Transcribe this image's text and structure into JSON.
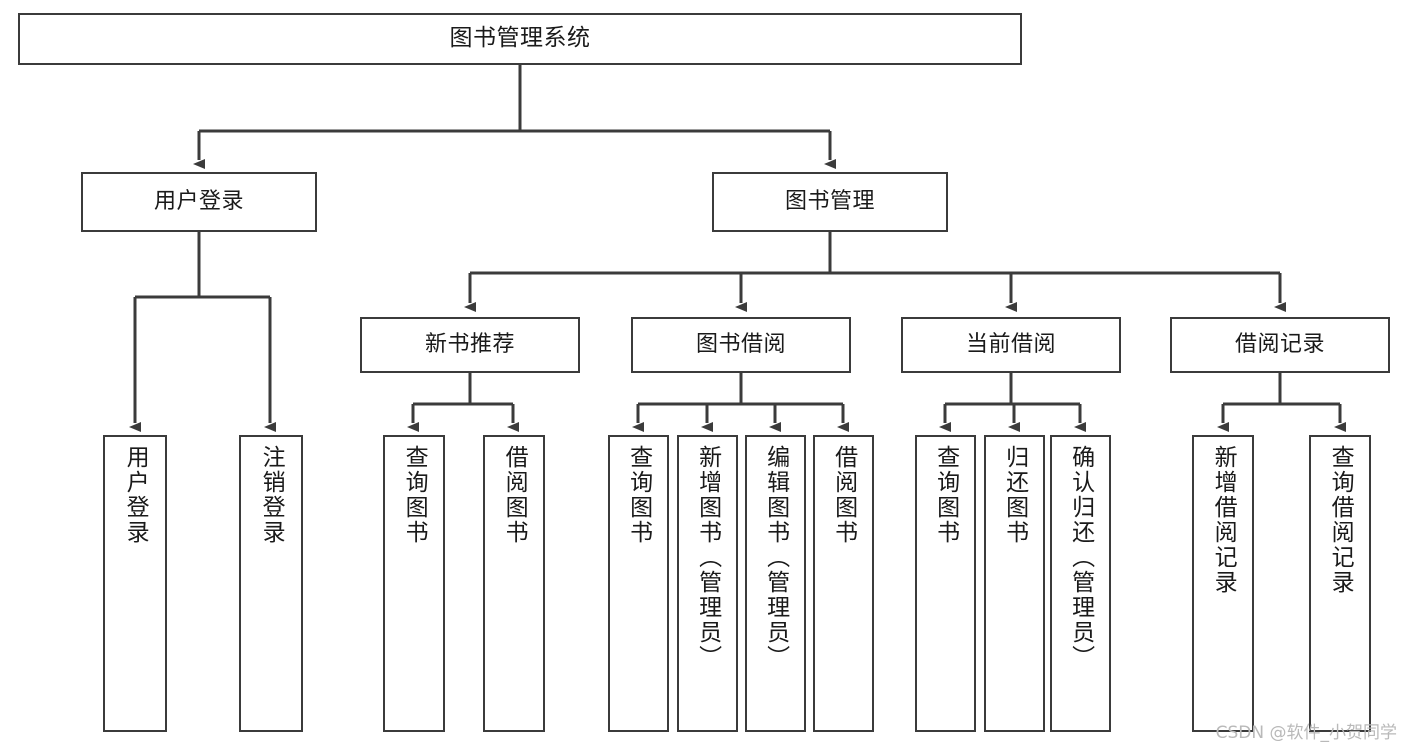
{
  "diagram": {
    "title": "图书管理系统",
    "type": "tree-hierarchy-chart",
    "watermark": "CSDN @软件_小贺同学",
    "colors": {
      "background": "#ffffff",
      "node_border": "#3b3b3b",
      "node_fill": "#ffffff",
      "edge": "#3b3b3b",
      "text": "#1a1a1a",
      "watermark": "#b9b9b9"
    },
    "levels": [
      {
        "level": 1,
        "nodes": [
          {
            "id": "root",
            "label": "图书管理系统",
            "orientation": "horizontal"
          }
        ]
      },
      {
        "level": 2,
        "nodes": [
          {
            "id": "user-login",
            "label": "用户登录",
            "orientation": "horizontal",
            "parent": "root"
          },
          {
            "id": "book-manage",
            "label": "图书管理",
            "orientation": "horizontal",
            "parent": "root"
          }
        ]
      },
      {
        "level": 3,
        "nodes": [
          {
            "id": "new-book-rec",
            "label": "新书推荐",
            "orientation": "horizontal",
            "parent": "book-manage"
          },
          {
            "id": "book-borrow",
            "label": "图书借阅",
            "orientation": "horizontal",
            "parent": "book-manage"
          },
          {
            "id": "current-borrow",
            "label": "当前借阅",
            "orientation": "horizontal",
            "parent": "book-manage"
          },
          {
            "id": "borrow-record",
            "label": "借阅记录",
            "orientation": "horizontal",
            "parent": "book-manage"
          }
        ]
      },
      {
        "level": 4,
        "nodes": [
          {
            "id": "leaf-user-login",
            "label": "用户登录",
            "orientation": "vertical",
            "parent": "user-login"
          },
          {
            "id": "leaf-logout",
            "label": "注销登录",
            "orientation": "vertical",
            "parent": "user-login"
          },
          {
            "id": "leaf-query-book-1",
            "label": "查询图书",
            "orientation": "vertical",
            "parent": "new-book-rec"
          },
          {
            "id": "leaf-borrow-book-1",
            "label": "借阅图书",
            "orientation": "vertical",
            "parent": "new-book-rec"
          },
          {
            "id": "leaf-query-book-2",
            "label": "查询图书",
            "orientation": "vertical",
            "parent": "book-borrow"
          },
          {
            "id": "leaf-add-book",
            "label": "新增图书（管理员）",
            "orientation": "vertical",
            "parent": "book-borrow"
          },
          {
            "id": "leaf-edit-book",
            "label": "编辑图书（管理员）",
            "orientation": "vertical",
            "parent": "book-borrow"
          },
          {
            "id": "leaf-borrow-book-2",
            "label": "借阅图书",
            "orientation": "vertical",
            "parent": "book-borrow"
          },
          {
            "id": "leaf-query-book-3",
            "label": "查询图书",
            "orientation": "vertical",
            "parent": "current-borrow"
          },
          {
            "id": "leaf-return-book",
            "label": "归还图书",
            "orientation": "vertical",
            "parent": "current-borrow"
          },
          {
            "id": "leaf-confirm-return",
            "label": "确认归还（管理员）",
            "orientation": "vertical",
            "parent": "current-borrow"
          },
          {
            "id": "leaf-add-record",
            "label": "新增借阅记录",
            "orientation": "vertical",
            "parent": "borrow-record"
          },
          {
            "id": "leaf-query-record",
            "label": "查询借阅记录",
            "orientation": "vertical",
            "parent": "borrow-record"
          }
        ]
      }
    ]
  }
}
